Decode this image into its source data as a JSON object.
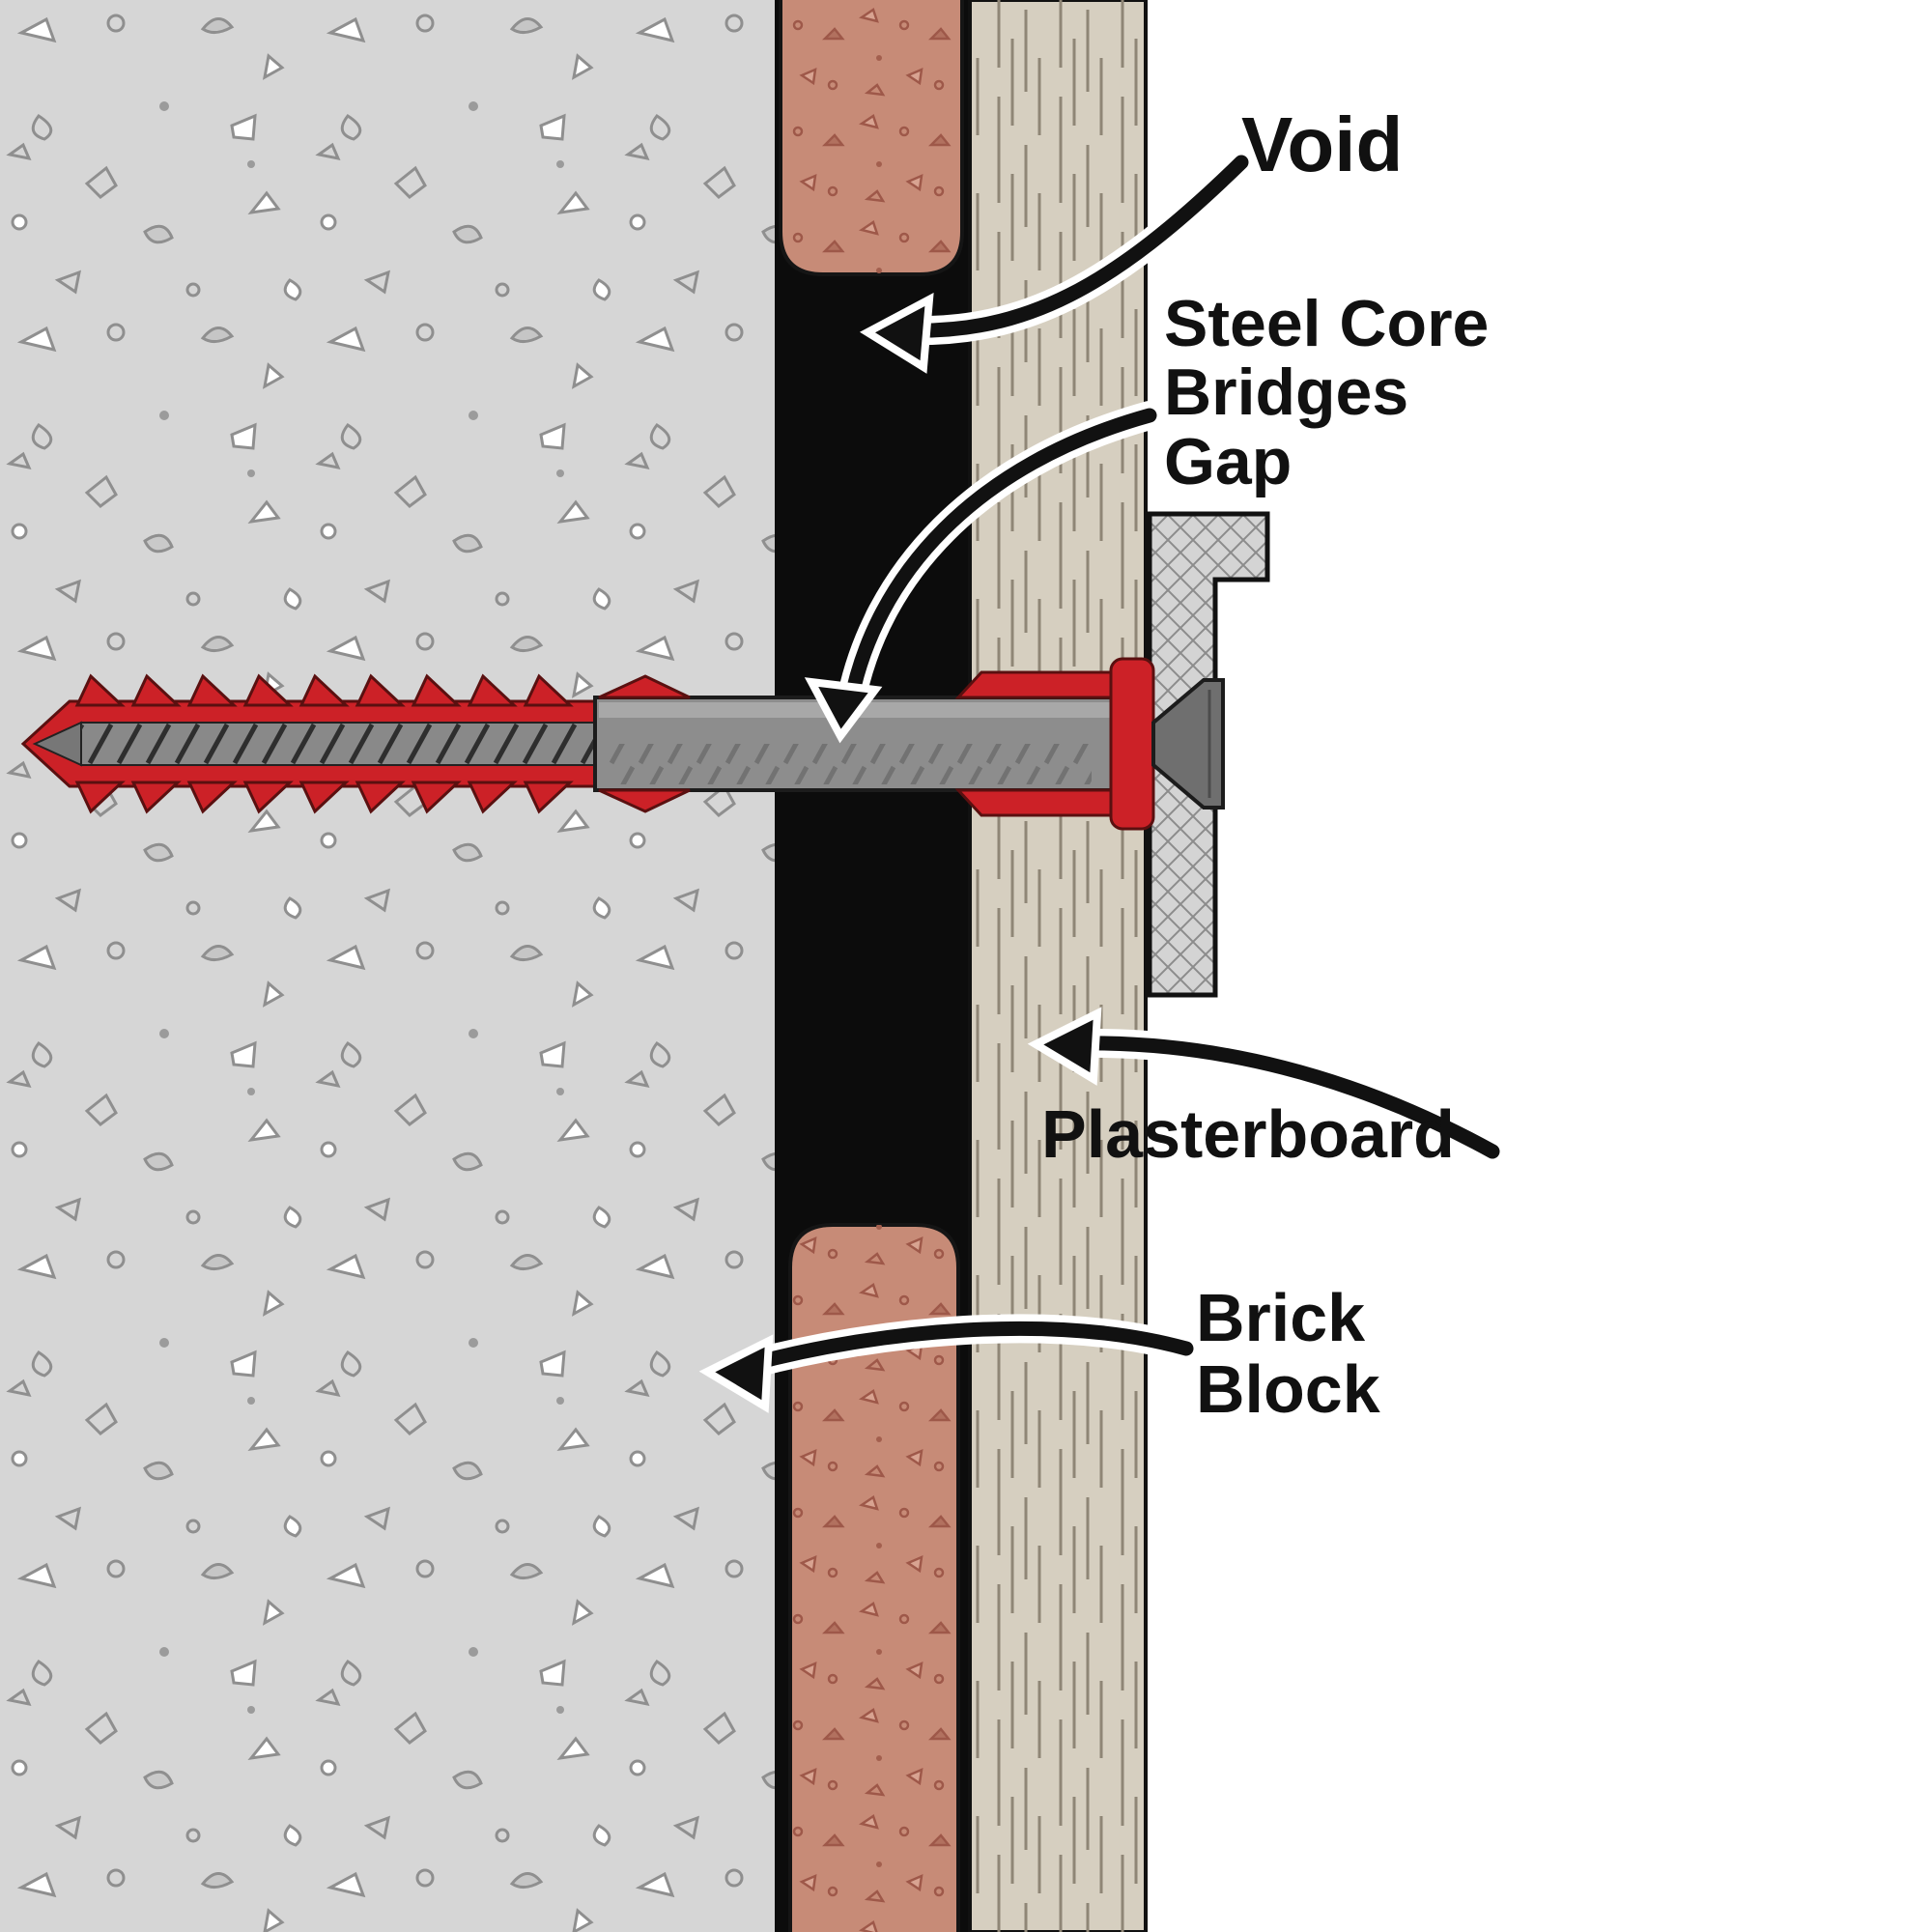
{
  "diagram": {
    "title": "Wall anchor fixing cross-section",
    "labels": {
      "void": "Void",
      "steel_core": "Steel Core\nBridges\nGap",
      "plasterboard": "Plasterboard",
      "brick_block": "Brick\nBlock"
    },
    "colors": {
      "concrete": "#d6d6d6",
      "speckle": "#8f8f8f",
      "void_black": "#0c0c0c",
      "brick": "#c78b77",
      "plasterboard": "#d6cfc0",
      "anchor_red": "#cc2127",
      "steel_gray": "#8d8d8d",
      "screw_gray": "#898989",
      "label_text": "#111111"
    }
  }
}
